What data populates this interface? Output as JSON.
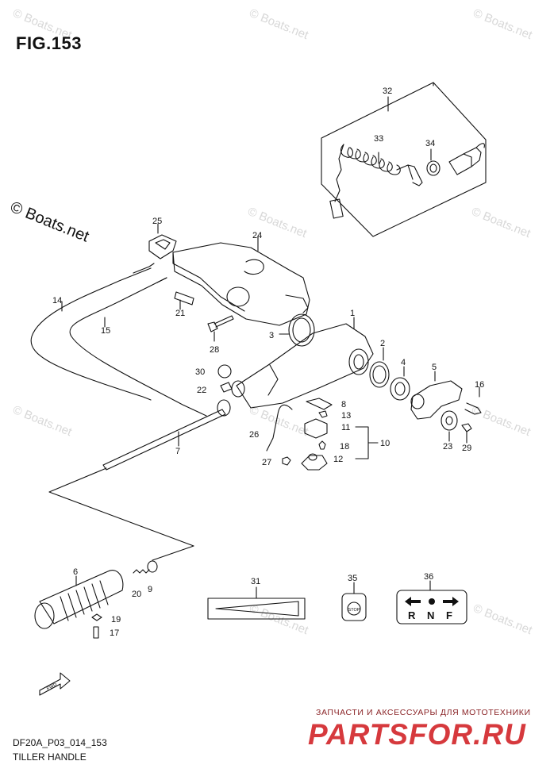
{
  "header": {
    "figure_title": "FIG.153"
  },
  "footer": {
    "model_code": "DF20A_P03_014_153",
    "caption": "TILLER HANDLE"
  },
  "copyright": {
    "mark": "© Boats.net"
  },
  "watermark": {
    "text": "© Boats.net"
  },
  "shop_banner": {
    "tagline": "ЗАПЧАСТИ И АКСЕССУАРЫ ДЛЯ МОТОТЕХНИКИ",
    "logo": "PARTSFOR.RU"
  },
  "decals": {
    "stop_text": "STOP",
    "shift_r": "R",
    "shift_n": "N",
    "shift_f": "F",
    "fwd_text": "FWD"
  },
  "callouts": [
    "1",
    "2",
    "3",
    "4",
    "5",
    "6",
    "7",
    "8",
    "9",
    "10",
    "11",
    "12",
    "13",
    "14",
    "15",
    "16",
    "17",
    "18",
    "19",
    "20",
    "21",
    "22",
    "23",
    "24",
    "25",
    "26",
    "27",
    "28",
    "29",
    "30",
    "31",
    "32",
    "33",
    "34",
    "35",
    "36"
  ],
  "colors": {
    "line": "#111111",
    "watermark": "#d8d8d8",
    "brand_red": "#d6393d",
    "brand_dark": "#8a2326"
  },
  "icons": [
    "copyright-icon",
    "fwd-arrow-icon",
    "stop-button-icon",
    "shift-arrows-icon"
  ]
}
